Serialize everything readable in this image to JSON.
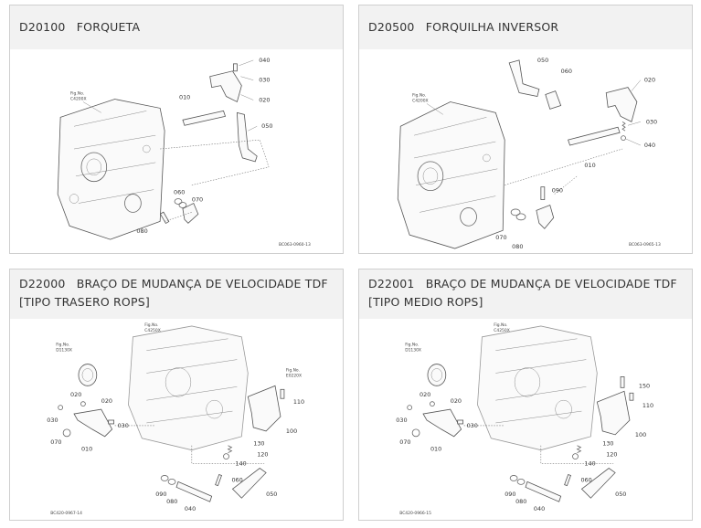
{
  "cards": [
    {
      "code": "D20100",
      "title": "FORQUETA",
      "figure": {
        "fig_label": "Fig.No.",
        "fig_ref": "C4200X",
        "callouts": [
          "040",
          "030",
          "020",
          "010",
          "050",
          "060",
          "070",
          "080"
        ],
        "footer_code": "BC063-0960-13"
      }
    },
    {
      "code": "D20500",
      "title": "FORQUILHA INVERSOR",
      "figure": {
        "fig_label": "Fig.No.",
        "fig_ref": "C4200X",
        "callouts": [
          "050",
          "060",
          "020",
          "030",
          "040",
          "010",
          "090",
          "070",
          "080"
        ],
        "footer_code": "BC063-0965-13"
      }
    },
    {
      "code": "D22000",
      "title": "BRAÇO DE MUDANÇA DE VELOCIDADE TDF [TIPO TRASERO ROPS]",
      "figure": {
        "fig_label": "Fig.No.",
        "fig_ref": "C4250X",
        "fig_label_2": "Fig.No.",
        "fig_ref_2": "D1130X",
        "fig_label_3": "Fig.No.",
        "fig_ref_3": "E0220X",
        "callouts": [
          "020",
          "020",
          "030",
          "030",
          "070",
          "010",
          "110",
          "100",
          "130",
          "120",
          "140",
          "060",
          "090",
          "080",
          "040",
          "050"
        ],
        "footer_code": "BC420-0967-14"
      }
    },
    {
      "code": "D22001",
      "title": "BRAÇO DE MUDANÇA DE VELOCIDADE TDF [TIPO MEDIO ROPS]",
      "figure": {
        "fig_label": "Fig.No.",
        "fig_ref": "C4250X",
        "fig_label_2": "Fig.No.",
        "fig_ref_2": "D1130X",
        "callouts": [
          "020",
          "020",
          "030",
          "030",
          "070",
          "010",
          "150",
          "110",
          "100",
          "130",
          "120",
          "140",
          "060",
          "090",
          "080",
          "040",
          "050"
        ],
        "footer_code": "BC420-0966-15"
      }
    }
  ]
}
